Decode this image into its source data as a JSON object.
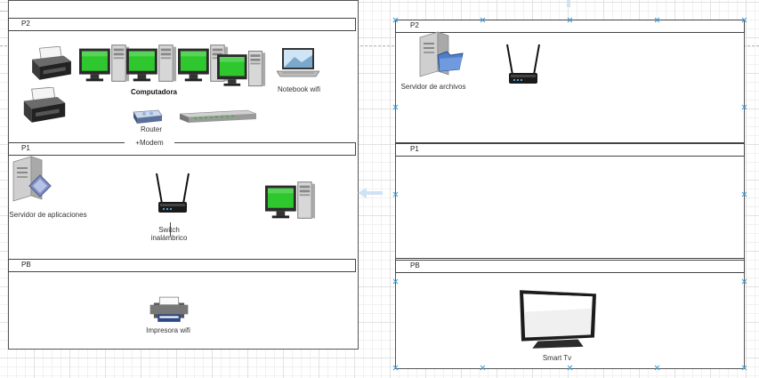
{
  "left_building": {
    "floors": [
      {
        "label": "P2"
      },
      {
        "label": "P1"
      },
      {
        "label": "PB"
      }
    ],
    "p2": {
      "computers_label": "Computadora",
      "notebook_label": "Notebook wifi",
      "router_label": "Router",
      "modem_label": "+Modem"
    },
    "p1": {
      "app_server_label": "Servidor de aplicaciones",
      "switch_label": "Switch inalámbrico"
    },
    "pb": {
      "printer_label": "Impresora wifi"
    }
  },
  "right_building": {
    "floors": [
      {
        "label": "P2"
      },
      {
        "label": "P1"
      },
      {
        "label": "PB"
      }
    ],
    "p2": {
      "file_server_label": "Servidor de archivos"
    },
    "pb": {
      "tv_label": "Smart Tv"
    }
  },
  "colors": {
    "screen_green": "#2ec82e",
    "selection_handle": "#3a9ad9",
    "border": "#444444"
  }
}
